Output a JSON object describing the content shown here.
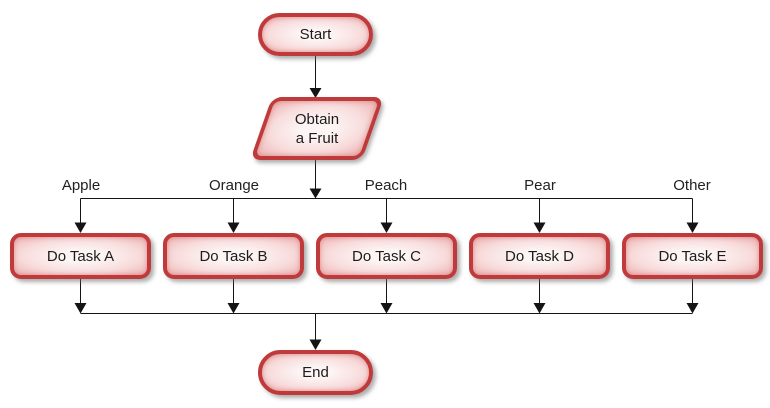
{
  "diagram": {
    "type": "flowchart",
    "start": {
      "label": "Start"
    },
    "process": {
      "line1": "Obtain",
      "line2": "a Fruit"
    },
    "branches": [
      {
        "condition": "Apple",
        "task": "Do Task A"
      },
      {
        "condition": "Orange",
        "task": "Do Task B"
      },
      {
        "condition": "Peach",
        "task": "Do Task C"
      },
      {
        "condition": "Pear",
        "task": "Do Task D"
      },
      {
        "condition": "Other",
        "task": "Do Task E"
      }
    ],
    "end": {
      "label": "End"
    },
    "colors": {
      "node_border": "#bf3a3a",
      "node_fill_center": "#fdf4f4",
      "node_fill_edge": "#edb2b2",
      "connector": "#141414",
      "background": "#ffffff"
    }
  }
}
